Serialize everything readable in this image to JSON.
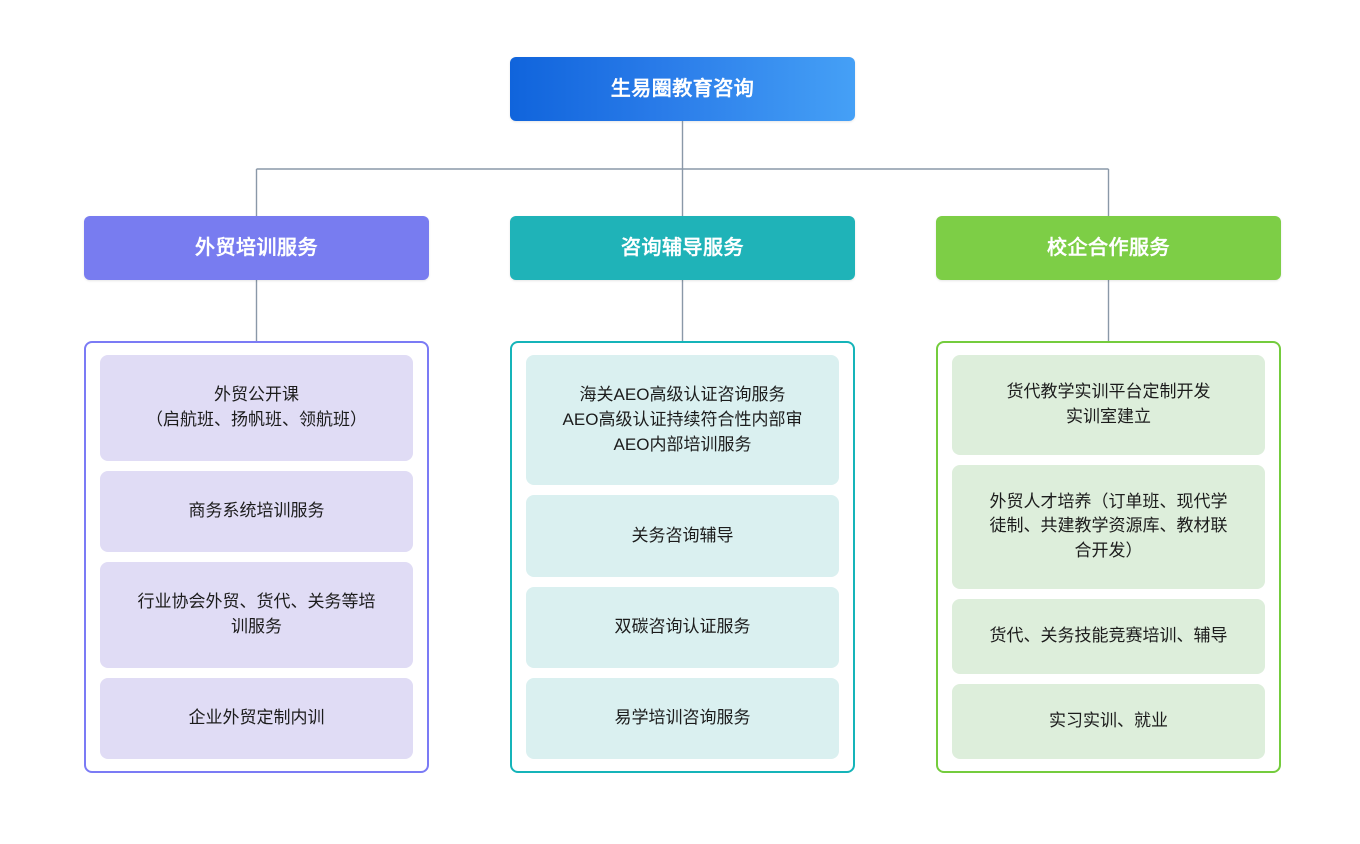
{
  "diagram": {
    "type": "org-chart",
    "root": {
      "label": "生易圈教育咨询",
      "color": "#1064dc",
      "color_end": "#45a0f6"
    },
    "columns": [
      {
        "header": "外贸培训服务",
        "header_color": "#787cf0",
        "border_color": "#7b7bf5",
        "item_color": "#e0dcf5",
        "items": [
          "外贸公开课\n（启航班、扬帆班、领航班）",
          "商务系统培训服务",
          "行业协会外贸、货代、关务等培\n训服务",
          "企业外贸定制内训"
        ]
      },
      {
        "header": "咨询辅导服务",
        "header_color": "#1fb3b8",
        "border_color": "#15b4b9",
        "item_color": "#daf0f0",
        "items": [
          "海关AEO高级认证咨询服务\nAEO高级认证持续符合性内部审\nAEO内部培训服务",
          "关务咨询辅导",
          "双碳咨询认证服务",
          "易学培训咨询服务"
        ]
      },
      {
        "header": "校企合作服务",
        "header_color": "#7dce46",
        "border_color": "#74cc3d",
        "item_color": "#ddeedb",
        "items": [
          "货代教学实训平台定制开发\n实训室建立",
          "外贸人才培养（订单班、现代学\n徒制、共建教学资源库、教材联\n合开发）",
          "货代、关务技能竞赛培训、辅导",
          "实习实训、就业"
        ]
      }
    ],
    "connector_color": "#8a98a8"
  }
}
